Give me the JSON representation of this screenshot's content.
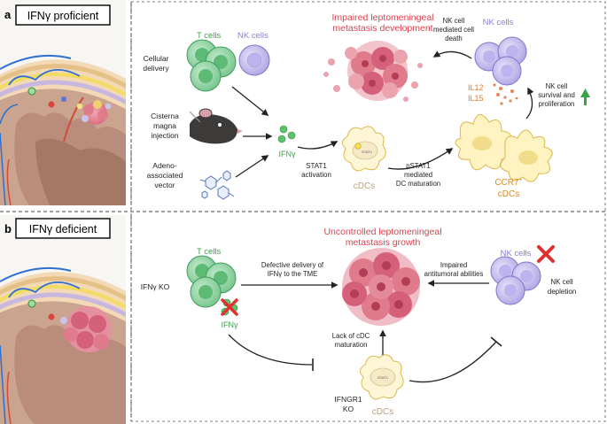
{
  "panel_a": {
    "letter": "a",
    "header": "IFNγ proficient",
    "title_line1": "Impaired leptomeningeal",
    "title_line2": "metastasis development",
    "t_cells": "T cells",
    "nk_cells_top": "NK cells",
    "nk_cells_right": "NK cells",
    "cellular_delivery_1": "Cellular",
    "cellular_delivery_2": "delivery",
    "cisterna_1": "Cisterna",
    "cisterna_2": "magna",
    "cisterna_3": "injection",
    "adeno_1": "Adeno-",
    "adeno_2": "associated",
    "adeno_3": "vector",
    "ifng": "IFNγ",
    "stat1_act_1": "STAT1",
    "stat1_act_2": "activation",
    "cdcs": "cDCs",
    "pstat1_1": "pSTAT1",
    "pstat1_2": "mediated",
    "pstat1_3": "DC maturation",
    "ccr7": "CCR7",
    "ccr7_sup": "+",
    "ccr7_cdcs": "cDCs",
    "il12": "IL12",
    "il15": "IL15",
    "nk_mediated_1": "NK cell",
    "nk_mediated_2": "mediated cell",
    "nk_mediated_3": "death",
    "nk_survival_1": "NK cell",
    "nk_survival_2": "survival and",
    "nk_survival_3": "proliferation",
    "stat1_label": "STAT1"
  },
  "panel_b": {
    "letter": "b",
    "header": "IFNγ deficient",
    "title_line1": "Uncontrolled leptomeningeal",
    "title_line2": "metastasis growth",
    "t_cells": "T cells",
    "ifng_ko": "IFNγ KO",
    "ifng": "IFNγ",
    "defective_1": "Defective delivery of",
    "defective_2": "IFNγ to the TME",
    "impaired_1": "Impaired",
    "impaired_2": "antitumoral abilities",
    "nk_cells": "NK cells",
    "nk_depletion_1": "NK cell",
    "nk_depletion_2": "depletion",
    "lack_1": "Lack of cDC",
    "lack_2": "maturation",
    "ifngr1_1": "IFNGR1",
    "ifngr1_2": "KO",
    "cdcs": "cDCs",
    "stat1_label": "STAT1"
  },
  "colors": {
    "t_cell": "#8fd19e",
    "t_cell_dark": "#3f9d5a",
    "nk_cell": "#c9c3ee",
    "nk_dark": "#7d74c9",
    "tumor": "#e58a99",
    "tumor_dark": "#b7384f",
    "cdc": "#fff4cf",
    "cdc_edge": "#d9b84a",
    "ccr7_text": "#e08a1e",
    "cdc_text": "#b8a27a",
    "red_title": "#d9424f",
    "ifng_green": "#3aa348",
    "cross_red": "#e0302f",
    "il_orange": "#e0782c"
  },
  "icons": [
    "brain-cross-section",
    "mouse-head",
    "aav-capsid",
    "red-cross",
    "green-up-arrow"
  ]
}
